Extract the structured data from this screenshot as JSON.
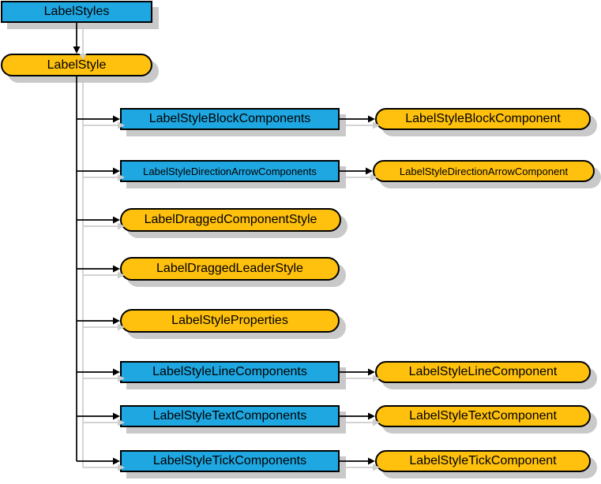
{
  "diagram": {
    "title": "LabelStyle schema tree",
    "colors": {
      "node_blue": "#1EA7E1",
      "node_orange": "#FFC10D",
      "border": "#000000",
      "shadow": "#C9C9C9",
      "connector": "#000000",
      "connector_shadow": "#CDCDCD",
      "background": "#FFFFFF"
    },
    "nodes": {
      "root": {
        "label": "LabelStyles"
      },
      "parent": {
        "label": "LabelStyle"
      },
      "children": [
        {
          "label": "LabelStyleBlockComponents",
          "shape": "rect",
          "child": "LabelStyleBlockComponent"
        },
        {
          "label": "LabelStyleDirectionArrowComponents",
          "shape": "rect",
          "child": "LabelStyleDirectionArrowComponent"
        },
        {
          "label": "LabelDraggedComponentStyle",
          "shape": "pill",
          "child": null
        },
        {
          "label": "LabelDraggedLeaderStyle",
          "shape": "pill",
          "child": null
        },
        {
          "label": "LabelStyleProperties",
          "shape": "pill",
          "child": null
        },
        {
          "label": "LabelStyleLineComponents",
          "shape": "rect",
          "child": "LabelStyleLineComponent"
        },
        {
          "label": "LabelStyleTextComponents",
          "shape": "rect",
          "child": "LabelStyleTextComponent"
        },
        {
          "label": "LabelStyleTickComponents",
          "shape": "rect",
          "child": "LabelStyleTickComponent"
        }
      ]
    }
  }
}
